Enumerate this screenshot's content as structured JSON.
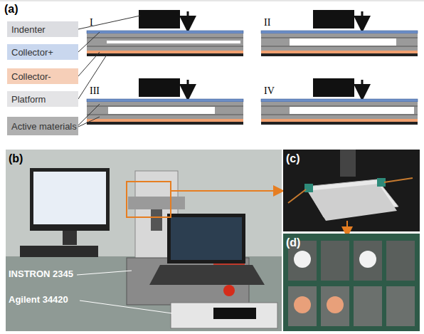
{
  "diagram": {
    "labels": [
      "(a)",
      "I",
      "II",
      "III",
      "IV",
      "(b)",
      "(c)",
      "(d)",
      "INSTRON 2345",
      "Agilent 34420"
    ],
    "legend": [
      {
        "text": "Indenter",
        "color": "#dcdde1"
      },
      {
        "text": "Collector+",
        "color": "#c9d7ee"
      },
      {
        "text": "Collector-",
        "color": "#f6cfb8"
      },
      {
        "text": "Platform",
        "color": "#e4e4e6"
      },
      {
        "text": "Active materials",
        "color": "#b0b0b0"
      }
    ]
  }
}
